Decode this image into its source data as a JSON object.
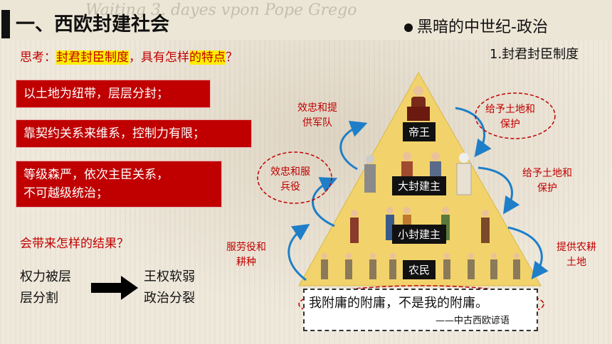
{
  "header": {
    "title": "一、西欧封建社会",
    "subtitle": "黑暗的中世纪-政治",
    "section": "1.封君封臣制度"
  },
  "question": {
    "prefix": "思考：",
    "highlight1": "封君封臣制度",
    "middle": "，具有怎样",
    "highlight2": "的特点",
    "suffix": "？"
  },
  "features": [
    "以土地为纽带，层层分封；",
    "靠契约关系来维系，控制力有限；",
    "等级森严，依次主臣关系，",
    "不可越级统治；"
  ],
  "consequence_question": "会带来怎样的结果？",
  "results": {
    "left_line1": "权力被层",
    "left_line2": "层分割",
    "right_line1": "王权软弱",
    "right_line2": "政治分裂"
  },
  "pyramid": {
    "levels": [
      "帝王",
      "大封建主",
      "小封建主",
      "农民"
    ],
    "notes_left": [
      "效忠和提",
      "供军队",
      "效忠和服",
      "兵役",
      "服劳役和",
      "耕种"
    ],
    "notes_right": [
      "给予土地和",
      "保护",
      "给予土地和",
      "保护",
      "提供农耕",
      "土地"
    ]
  },
  "quote": {
    "text": "我附庸的附庸，不是我的附庸。",
    "source": "——中古西欧谚语"
  },
  "background_text": "Waiting 3. dayes vpon Pope Grego",
  "colors": {
    "accent_red": "#c00000",
    "highlight": "#ffee00",
    "pyramid": "#f2d36b",
    "arrow_blue": "#1e7fc8"
  }
}
